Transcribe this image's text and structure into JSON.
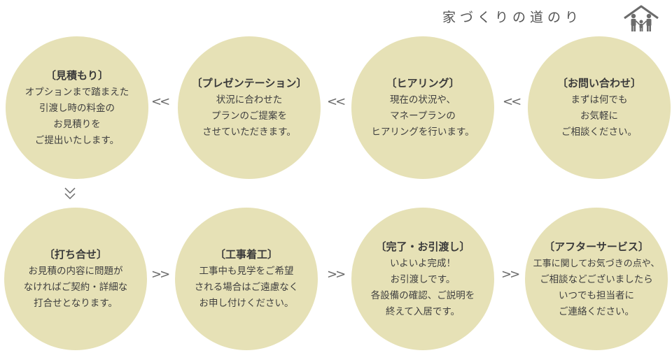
{
  "header": {
    "title": "家づくりの道のり",
    "icon": "family-house-icon"
  },
  "colors": {
    "circle_fill": "#e6e1b6",
    "text": "#3f3f3f"
  },
  "arrows": {
    "left": "<<",
    "right": ">>"
  },
  "steps": [
    {
      "title": "〔お問い合わせ〕",
      "lines": [
        "まずは何でも",
        "お気軽に",
        "ご相談ください。"
      ]
    },
    {
      "title": "〔ヒアリング〕",
      "lines": [
        "現在の状況や、",
        "マネープランの",
        "ヒアリングを行います。"
      ]
    },
    {
      "title": "〔プレゼンテーション〕",
      "lines": [
        "状況に合わせた",
        "プランのご提案を",
        "させていただきます。"
      ]
    },
    {
      "title": "〔見積もり〕",
      "lines": [
        "オプションまで踏まえた",
        "引渡し時の料金の",
        "お見積りを",
        "ご提出いたします。"
      ]
    },
    {
      "title": "〔打ち合せ〕",
      "lines": [
        "お見積の内容に問題が",
        "なければご契約・詳細な",
        "打合せとなります。"
      ]
    },
    {
      "title": "〔工事着工〕",
      "lines": [
        "工事中も見学をご希望",
        "される場合はご遠慮なく",
        "お申し付けください。"
      ]
    },
    {
      "title": "〔完了・お引渡し〕",
      "lines": [
        "いよいよ完成！",
        "お引渡しです。",
        "各設備の確認、ご説明を",
        "終えて入居です。"
      ]
    },
    {
      "title": "〔アフターサービス〕",
      "lines": [
        "工事に関してお気づきの点や、",
        "ご相談などございましたら",
        "いつでも担当者に",
        "ご連絡ください。"
      ]
    }
  ]
}
